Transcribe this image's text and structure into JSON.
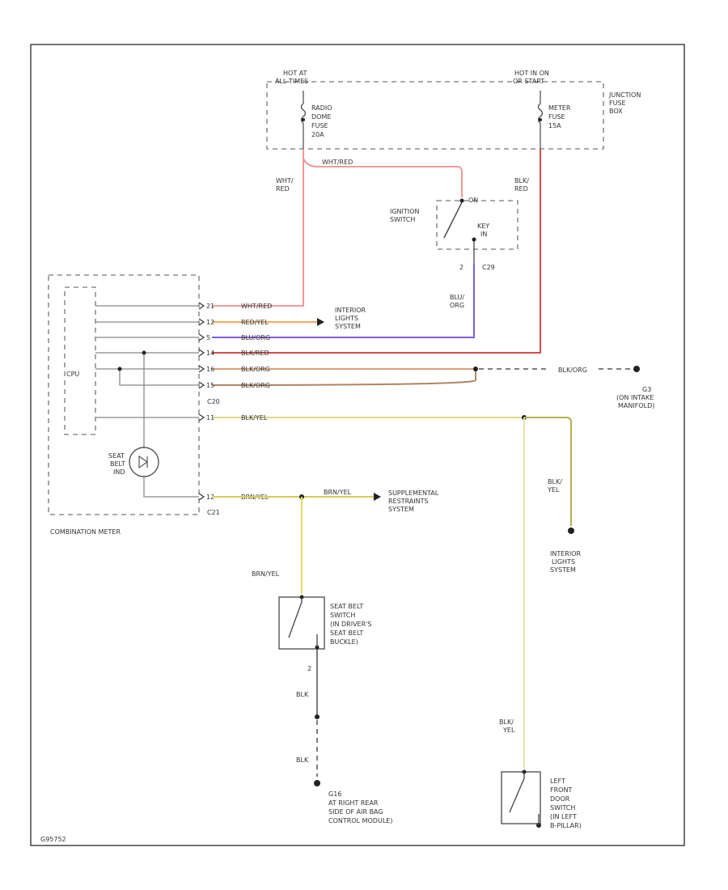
{
  "fuse_box": {
    "hot_at_all_times": [
      "HOT AT",
      "ALL TIMES"
    ],
    "hot_in_on_or_start": [
      "HOT IN ON",
      "OR START"
    ],
    "label": [
      "JUNCTION",
      "FUSE",
      "BOX"
    ],
    "fuse_radio": [
      "RADIO",
      "DOME",
      "FUSE",
      "20A"
    ],
    "fuse_meter": [
      "METER",
      "FUSE",
      "15A"
    ]
  },
  "ignition_switch": {
    "label": [
      "IGNITION",
      "SWITCH"
    ],
    "key": [
      "KEY",
      "IN"
    ],
    "position": "ON",
    "pin": "2",
    "connector": "C29"
  },
  "wire_colors": {
    "wht_red_drop": [
      "WHT/",
      "RED"
    ],
    "wht_red_branch": "WHT/RED",
    "blk_red_drop": [
      "BLK/",
      "RED"
    ],
    "blu_org_drop": [
      "BLU/",
      "ORG"
    ],
    "blk_org_ground": "BLK/ORG",
    "blk_yel_drop": [
      "BLK/",
      "YEL"
    ],
    "blk_yel_bottom": [
      "BLK/",
      "YEL"
    ],
    "brn_yel_drop": "BRN/YEL",
    "brn_yel_right": "BRN/YEL",
    "blk_upper": "BLK",
    "blk_lower": "BLK"
  },
  "meter_rows": [
    {
      "pin": "21",
      "color": "WHT/RED"
    },
    {
      "pin": "12",
      "color": "RED/YEL"
    },
    {
      "pin": "5",
      "color": "BLU/ORG"
    },
    {
      "pin": "14",
      "color": "BLK/RED"
    },
    {
      "pin": "16",
      "color": "BLK/ORG"
    },
    {
      "pin": "15",
      "color": "BLK/ORG"
    },
    {
      "pin": "11",
      "color": "BLK/YEL"
    },
    {
      "pin": "12",
      "color": "BRN/YEL"
    }
  ],
  "connectors": {
    "upper": "C20",
    "lower": "C21"
  },
  "combination_meter": {
    "label": "COMBINATION METER",
    "cpu": "CPU",
    "seat_belt_ind": [
      "SEAT",
      "BELT",
      "IND"
    ]
  },
  "destinations": {
    "interior_lights_upper": [
      "INTERIOR",
      "LIGHTS",
      "SYSTEM"
    ],
    "interior_lights_lower": [
      "INTERIOR",
      "LIGHTS",
      "SYSTEM"
    ],
    "srs": [
      "SUPPLEMENTAL",
      "RESTRAINTS",
      "SYSTEM"
    ],
    "ground_g3": [
      "G3",
      "(ON INTAKE",
      "MANIFOLD)"
    ],
    "ground_g16": [
      "G16",
      "AT RIGHT REAR",
      "SIDE OF AIR BAG",
      "CONTROL MODULE)"
    ]
  },
  "seat_belt_switch": {
    "label": [
      "SEAT BELT",
      "SWITCH",
      "(IN DRIVER'S",
      "SEAT BELT",
      "BUCKLE)"
    ],
    "pin": "2"
  },
  "door_switch": {
    "label": [
      "LEFT",
      "FRONT",
      "DOOR",
      "SWITCH",
      "(IN LEFT",
      "B-PILLAR)"
    ]
  },
  "figure_id": "G95752"
}
